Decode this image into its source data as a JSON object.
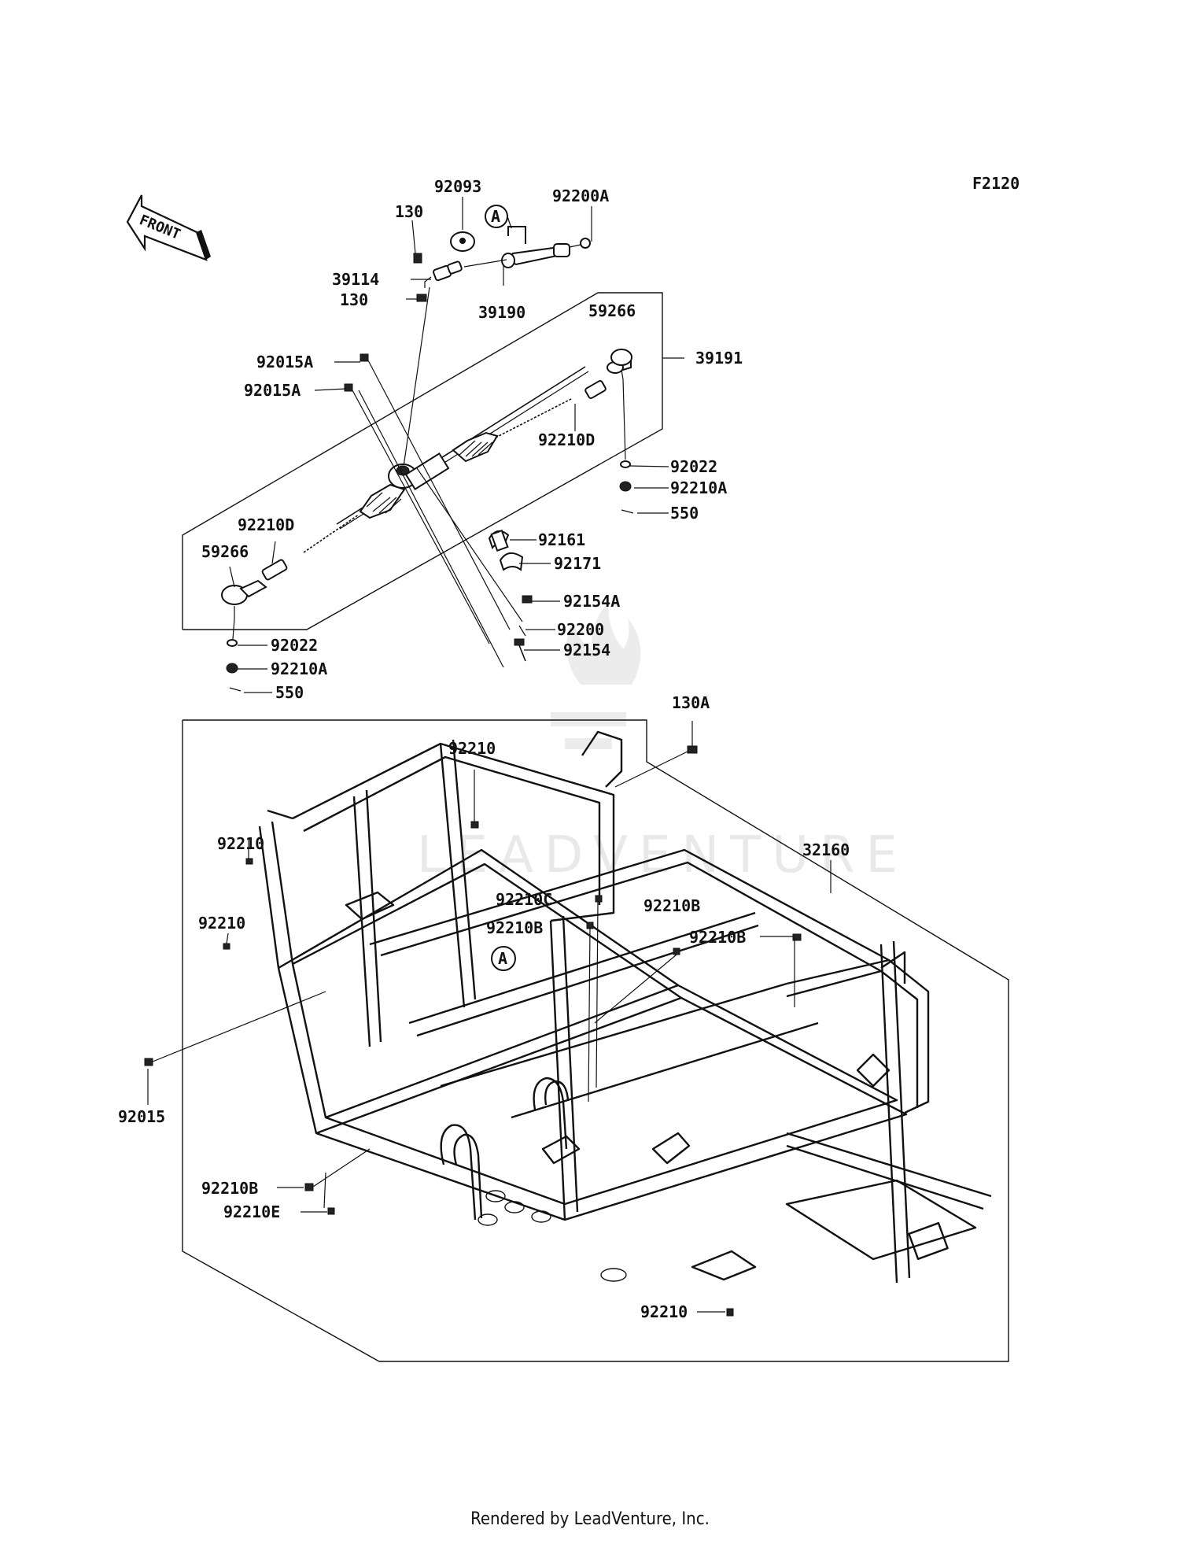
{
  "diagram": {
    "code": "F2120",
    "front_label": "FRONT",
    "watermark": "LEADVENTURE",
    "callout_A": "A",
    "labels": {
      "p92093": "92093",
      "p92200A": "92200A",
      "p130_top": "130",
      "p39114": "39114",
      "p130_mid": "130",
      "p39190": "39190",
      "p59266_r": "59266",
      "p39191": "39191",
      "p92015A_1": "92015A",
      "p92015A_2": "92015A",
      "p92210D_r": "92210D",
      "p92022_r": "92022",
      "p92210A_r": "92210A",
      "p550_r": "550",
      "p92210D_l": "92210D",
      "p59266_l": "59266",
      "p92161": "92161",
      "p92171": "92171",
      "p92154A": "92154A",
      "p92200": "92200",
      "p92154": "92154",
      "p92022_l": "92022",
      "p92210A_l": "92210A",
      "p550_l": "550",
      "p130A": "130A",
      "p92210_top": "92210",
      "p92210_left1": "92210",
      "p92210_left2": "92210",
      "p32160": "32160",
      "p92210C": "92210C",
      "p92210B_1": "92210B",
      "p92210B_2": "92210B",
      "p92210B_3": "92210B",
      "p92015": "92015",
      "p92210B_4": "92210B",
      "p92210E": "92210E",
      "p92210_bottom": "92210"
    }
  },
  "footer": {
    "text": "Rendered by LeadVenture, Inc."
  }
}
